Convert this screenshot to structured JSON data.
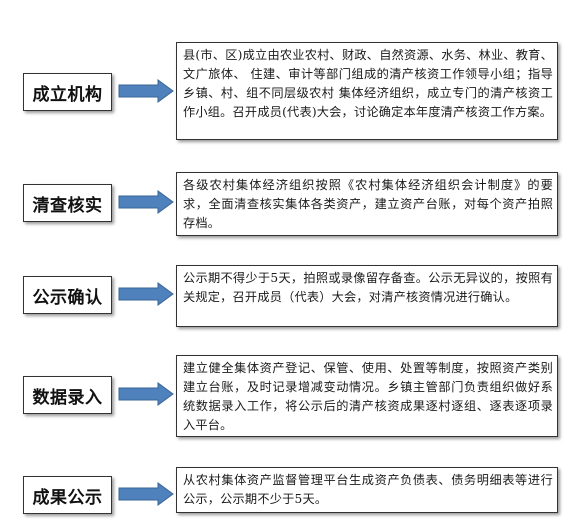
{
  "steps": [
    {
      "label": "成立机构",
      "description": "县(市、区)成立由农业农村、财政、自然资源、水务、林业、教育、文广旅体、 住建、审计等部门组成的清产核资工作领导小组；指导乡镇、村、组不同层级农村 集体经济组织，成立专门的清产核资工作小组。召开成员(代表)大会，讨论确定本年度清产核资工作方案。"
    },
    {
      "label": "清查核实",
      "description": "各级农村集体经济组织按照《农村集体经济组织会计制度》的要求，全面清查核实集体各类资产，建立资产台账，对每个资产拍照存档。"
    },
    {
      "label": "公示确认",
      "description": "公示期不得少于5天，拍照或录像留存备查。公示无异议的，按照有关规定，召开成员（代表）大会，对清产核资情况进行确认。"
    },
    {
      "label": "数据录入",
      "description": "建立健全集体资产登记、保管、使用、处置等制度，按照资产类别建立台账，及时记录增减变动情况。乡镇主管部门负责组织做好系统数据录入工作，将公示后的清产核资成果逐村逐组、逐表逐项录入平台。"
    },
    {
      "label": "成果公示",
      "description": "从农村集体资产监督管理平台生成资产负债表、债务明细表等进行公示，公示期不少于5天。"
    }
  ],
  "colors": {
    "arrow_fill": "#4f81bd",
    "arrow_stroke": "#3a6595",
    "border": "#333333"
  }
}
